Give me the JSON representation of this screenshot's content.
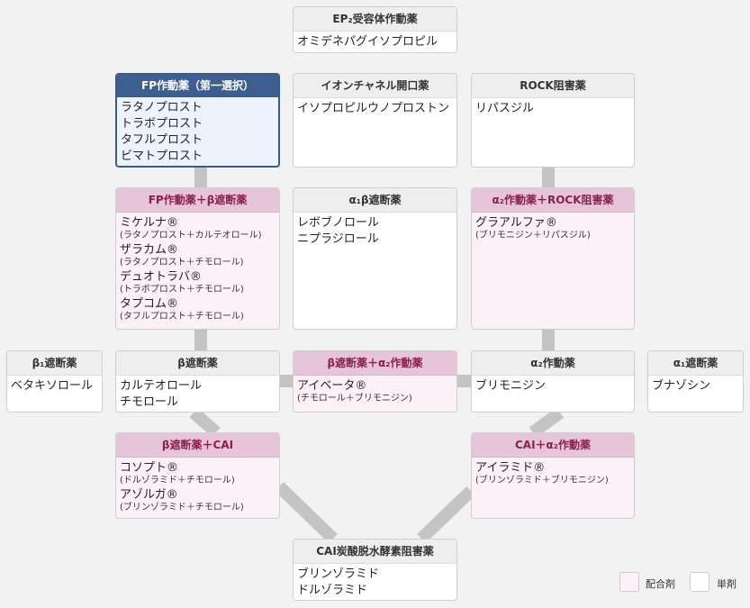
{
  "nodes": {
    "ep2": {
      "title": "EP₂受容体作動薬",
      "items": [
        {
          "name": "オミデネパグイソプロピル"
        }
      ]
    },
    "fp": {
      "title": "FP作動薬（第一選択）",
      "items": [
        {
          "name": "ラタノプロスト"
        },
        {
          "name": "トラボプロスト"
        },
        {
          "name": "タフルプロスト"
        },
        {
          "name": "ビマトプロスト"
        }
      ]
    },
    "ion": {
      "title": "イオンチャネル開口薬",
      "items": [
        {
          "name": "イソプロピルウノプロストン"
        }
      ]
    },
    "rock": {
      "title": "ROCK阻害薬",
      "items": [
        {
          "name": "リパスジル"
        }
      ]
    },
    "fp_beta": {
      "title": "FP作動薬＋β遮断薬",
      "items": [
        {
          "name": "ミケルナ®",
          "sub": "(ラタノプロスト＋カルテオロール)"
        },
        {
          "name": "ザラカム®",
          "sub": "(ラタノプロスト＋チモロール)"
        },
        {
          "name": "デュオトラバ®",
          "sub": "(トラボプロスト＋チモロール)"
        },
        {
          "name": "タプコム®",
          "sub": "(タフルプロスト＋チモロール)"
        }
      ]
    },
    "a1b": {
      "title": "α₁β遮断薬",
      "items": [
        {
          "name": "レボブノロール"
        },
        {
          "name": "ニプラジロール"
        }
      ]
    },
    "a2_rock": {
      "title": "α₂作動薬＋ROCK阻害薬",
      "items": [
        {
          "name": "グラアルファ®",
          "sub": "(ブリモニジン＋リパスジル)"
        }
      ]
    },
    "b1": {
      "title": "β₁遮断薬",
      "items": [
        {
          "name": "ベタキソロール"
        }
      ]
    },
    "beta": {
      "title": "β遮断薬",
      "items": [
        {
          "name": "カルテオロール"
        },
        {
          "name": "チモロール"
        }
      ]
    },
    "beta_a2": {
      "title": "β遮断薬＋α₂作動薬",
      "items": [
        {
          "name": "アイベータ®",
          "sub": "(チモロール＋ブリモニジン)"
        }
      ]
    },
    "a2": {
      "title": "α₂作動薬",
      "items": [
        {
          "name": "ブリモニジン"
        }
      ]
    },
    "a1": {
      "title": "α₁遮断薬",
      "items": [
        {
          "name": "ブナゾシン"
        }
      ]
    },
    "beta_cai": {
      "title": "β遮断薬＋CAI",
      "items": [
        {
          "name": "コソプト®",
          "sub": "(ドルゾラミド＋チモロール)"
        },
        {
          "name": "アゾルガ®",
          "sub": "(ブリンゾラミド＋チモロール)"
        }
      ]
    },
    "cai_a2": {
      "title": "CAI＋α₂作動薬",
      "items": [
        {
          "name": "アイラミド®",
          "sub": "(ブリンゾラミド＋ブリモニジン)"
        }
      ]
    },
    "cai": {
      "title": "CAI炭酸脱水酵素阻害薬",
      "items": [
        {
          "name": "ブリンゾラミド"
        },
        {
          "name": "ドルゾラミド"
        }
      ]
    }
  },
  "legend": {
    "combo_label": "配合剤",
    "single_label": "単剤"
  },
  "colors": {
    "connector": "#c4c4c4",
    "combo_bg": "#fcf1f7",
    "combo_header": "#e6c5d9",
    "primary": "#3d5f8f"
  }
}
